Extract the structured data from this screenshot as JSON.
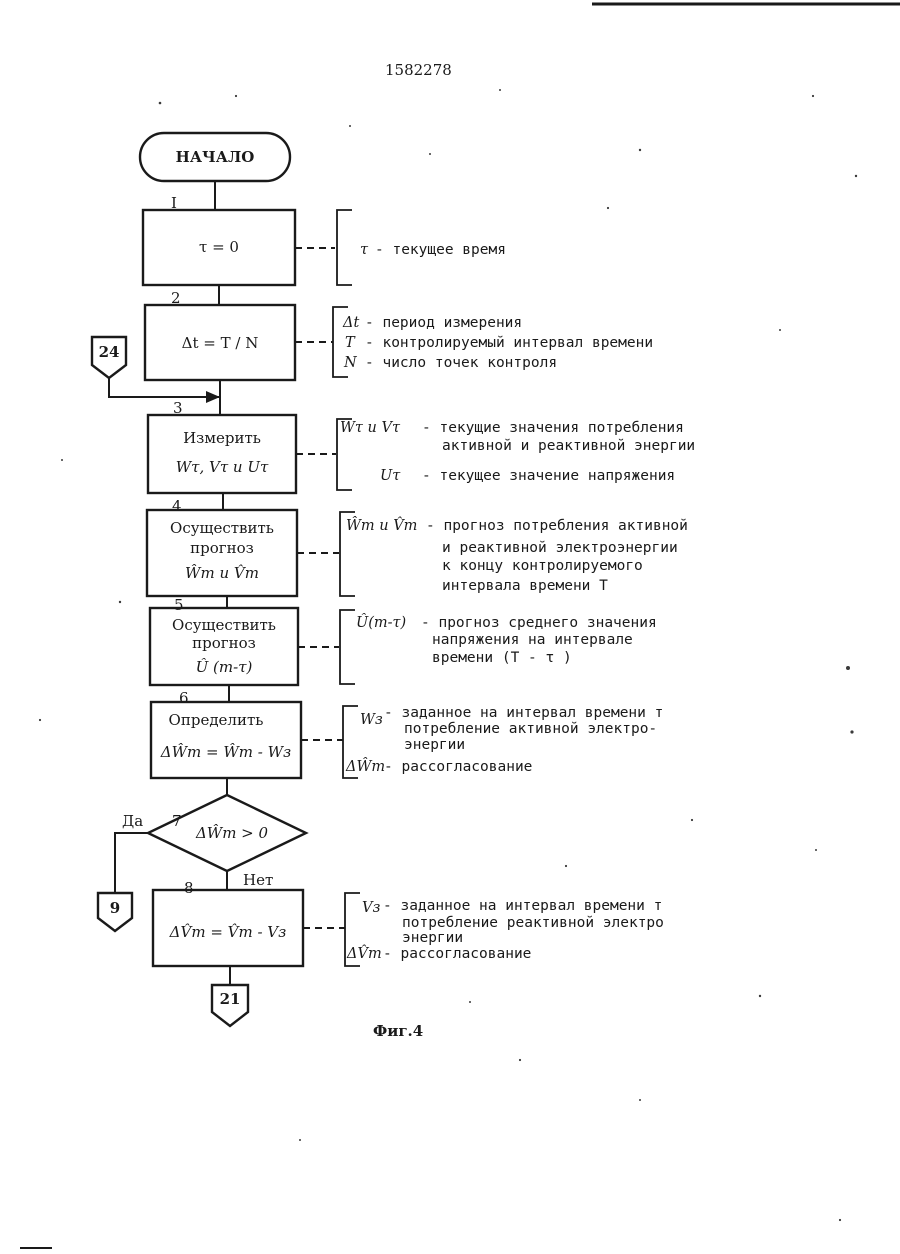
{
  "doc_number": "1582278",
  "figure_caption": "Фиг.4",
  "start_label": "НАЧАЛО",
  "blocks": [
    {
      "num": "I",
      "lines": [
        "τ = 0"
      ]
    },
    {
      "num": "2",
      "lines": [
        "Δt = T / N"
      ]
    },
    {
      "num": "3",
      "lines": [
        "Измерить",
        "Wτ, Vτ и Uτ"
      ]
    },
    {
      "num": "4",
      "lines": [
        "Осуществить",
        "прогноз",
        "Ŵт и V̂т"
      ]
    },
    {
      "num": "5",
      "lines": [
        "Осуществить",
        "прогноз",
        "Û (т-τ)"
      ]
    },
    {
      "num": "6",
      "lines": [
        "Определить",
        "ΔŴт = Ŵт - Wз"
      ]
    },
    {
      "num": "7",
      "lines": [
        "ΔŴт > 0"
      ]
    },
    {
      "num": "8",
      "lines": [
        "ΔV̂т = V̂т - Vз"
      ]
    }
  ],
  "decision": {
    "yes": "Да",
    "no": "Нет"
  },
  "connectors": {
    "entry": "24",
    "yes_target": "9",
    "exit": "21"
  },
  "comments": [
    {
      "rows": [
        {
          "sym": "τ",
          "text": "- текущее время"
        }
      ]
    },
    {
      "rows": [
        {
          "sym": "Δt",
          "text": "- период измерения"
        },
        {
          "sym": "T",
          "text": "- контролируемый интервал времени"
        },
        {
          "sym": "N",
          "text": "- число точек контроля"
        }
      ]
    },
    {
      "rows": [
        {
          "sym": "Wτ и Vτ",
          "text": "- текущие значения потребления"
        },
        {
          "sym": "",
          "text": "активной и реактивной энергии"
        },
        {
          "sym": "Uτ",
          "text": "- текущее значение напряжения"
        }
      ]
    },
    {
      "rows": [
        {
          "sym": "Ŵт и V̂т",
          "text": "- прогноз потребления активной"
        },
        {
          "sym": "",
          "text": "и реактивной электроэнергии"
        },
        {
          "sym": "",
          "text": "к концу контролируемого"
        },
        {
          "sym": "",
          "text": "интервала времени Т"
        }
      ]
    },
    {
      "rows": [
        {
          "sym": "Û(т-τ)",
          "text": "- прогноз среднего значения"
        },
        {
          "sym": "",
          "text": "напряжения на интервале"
        },
        {
          "sym": "",
          "text": "времени (Т - τ )"
        }
      ]
    },
    {
      "rows": [
        {
          "sym": "Wз",
          "text": "- заданное на интервал времени т"
        },
        {
          "sym": "",
          "text": "потребление активной электро-"
        },
        {
          "sym": "",
          "text": "энергии"
        },
        {
          "sym": "ΔŴт",
          "text": "- рассогласование"
        }
      ]
    },
    {
      "rows": [
        {
          "sym": "Vз",
          "text": "- заданное на интервал времени т"
        },
        {
          "sym": "",
          "text": "потребление реактивной электро"
        },
        {
          "sym": "",
          "text": "энергии"
        },
        {
          "sym": "ΔV̂т",
          "text": "- рассогласование"
        }
      ]
    }
  ]
}
